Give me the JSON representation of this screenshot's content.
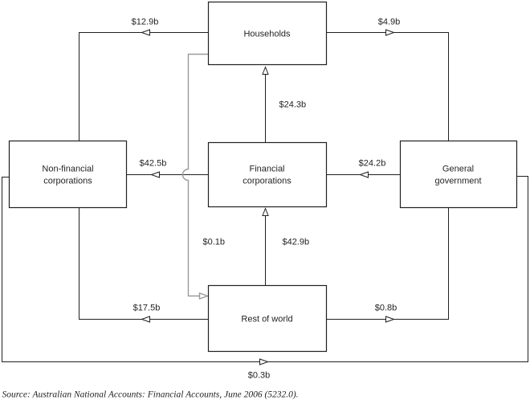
{
  "diagram": {
    "nodes": {
      "households": {
        "label": "Households"
      },
      "non_financial": {
        "line1": "Non-financial",
        "line2": "corporations"
      },
      "financial": {
        "line1": "Financial",
        "line2": "corporations"
      },
      "general_government": {
        "line1": "General",
        "line2": "government"
      },
      "rest_of_world": {
        "label": "Rest of world"
      }
    },
    "flows": [
      {
        "value": "$12.9b",
        "from": "Households",
        "to": "Non-financial corporations"
      },
      {
        "value": "$4.9b",
        "from": "Households",
        "to": "General government"
      },
      {
        "value": "$24.3b",
        "from": "Financial corporations",
        "to": "Households"
      },
      {
        "value": "$42.5b",
        "from": "Financial corporations",
        "to": "Non-financial corporations"
      },
      {
        "value": "$24.2b",
        "from": "General government",
        "to": "Financial corporations"
      },
      {
        "value": "$0.1b",
        "from": "Households",
        "to": "Rest of world"
      },
      {
        "value": "$42.9b",
        "from": "Rest of world",
        "to": "Financial corporations"
      },
      {
        "value": "$17.5b",
        "from": "Rest of world",
        "to": "Non-financial corporations"
      },
      {
        "value": "$0.8b",
        "from": "Rest of world",
        "to": "General government"
      },
      {
        "value": "$0.3b",
        "from": "Non-financial corporations",
        "to": "General government"
      }
    ],
    "colors": {
      "line": "#231f20",
      "secondary_line": "#9b9b9b"
    }
  },
  "source": "Source: Australian National Accounts: Financial Accounts, June 2006 (5232.0)."
}
